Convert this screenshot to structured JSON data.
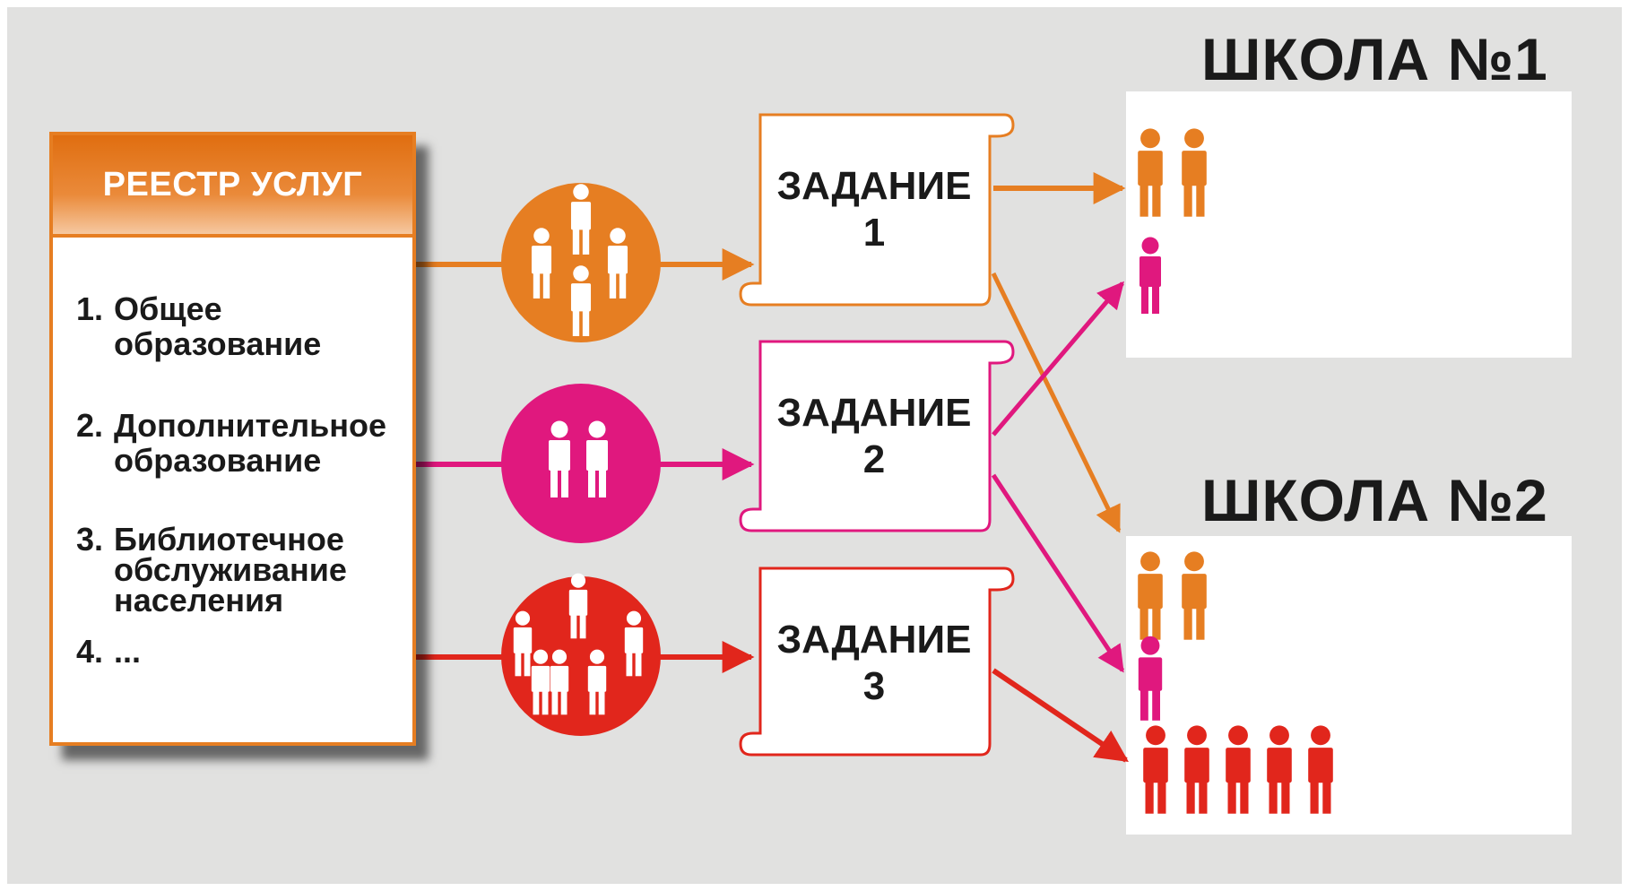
{
  "register": {
    "title": "РЕЕСТР УСЛУГ",
    "items": [
      {
        "num": "1.",
        "text": "Общее\nобразование"
      },
      {
        "num": "2.",
        "text": "Дополнительное\nобразование"
      },
      {
        "num": "3.",
        "text": "Библиотечное\nобслуживание\nнаселения"
      },
      {
        "num": "4.",
        "text": "..."
      }
    ]
  },
  "tasks": [
    {
      "label": "ЗАДАНИЕ\n1"
    },
    {
      "label": "ЗАДАНИЕ\n2"
    },
    {
      "label": "ЗАДАНИЕ\n3"
    }
  ],
  "schools": [
    {
      "title": "ШКОЛА №1"
    },
    {
      "title": "ШКОЛА №2"
    }
  ],
  "groups": [
    {
      "people": 4
    },
    {
      "people": 2
    },
    {
      "people": 6
    }
  ],
  "allocations": {
    "school1": [
      {
        "color": "orange",
        "people": 2
      },
      {
        "color": "magenta",
        "people": 1
      }
    ],
    "school2": [
      {
        "color": "orange",
        "people": 2
      },
      {
        "color": "magenta",
        "people": 1
      },
      {
        "color": "red",
        "people": 5
      }
    ]
  },
  "colors": {
    "background": "#e1e1e0",
    "orange": "#e67e22",
    "magenta": "#e0187e",
    "red": "#e1261c",
    "text": "#1a1a1a"
  },
  "icons": {
    "person": "person-icon",
    "arrow": "arrow-icon"
  }
}
